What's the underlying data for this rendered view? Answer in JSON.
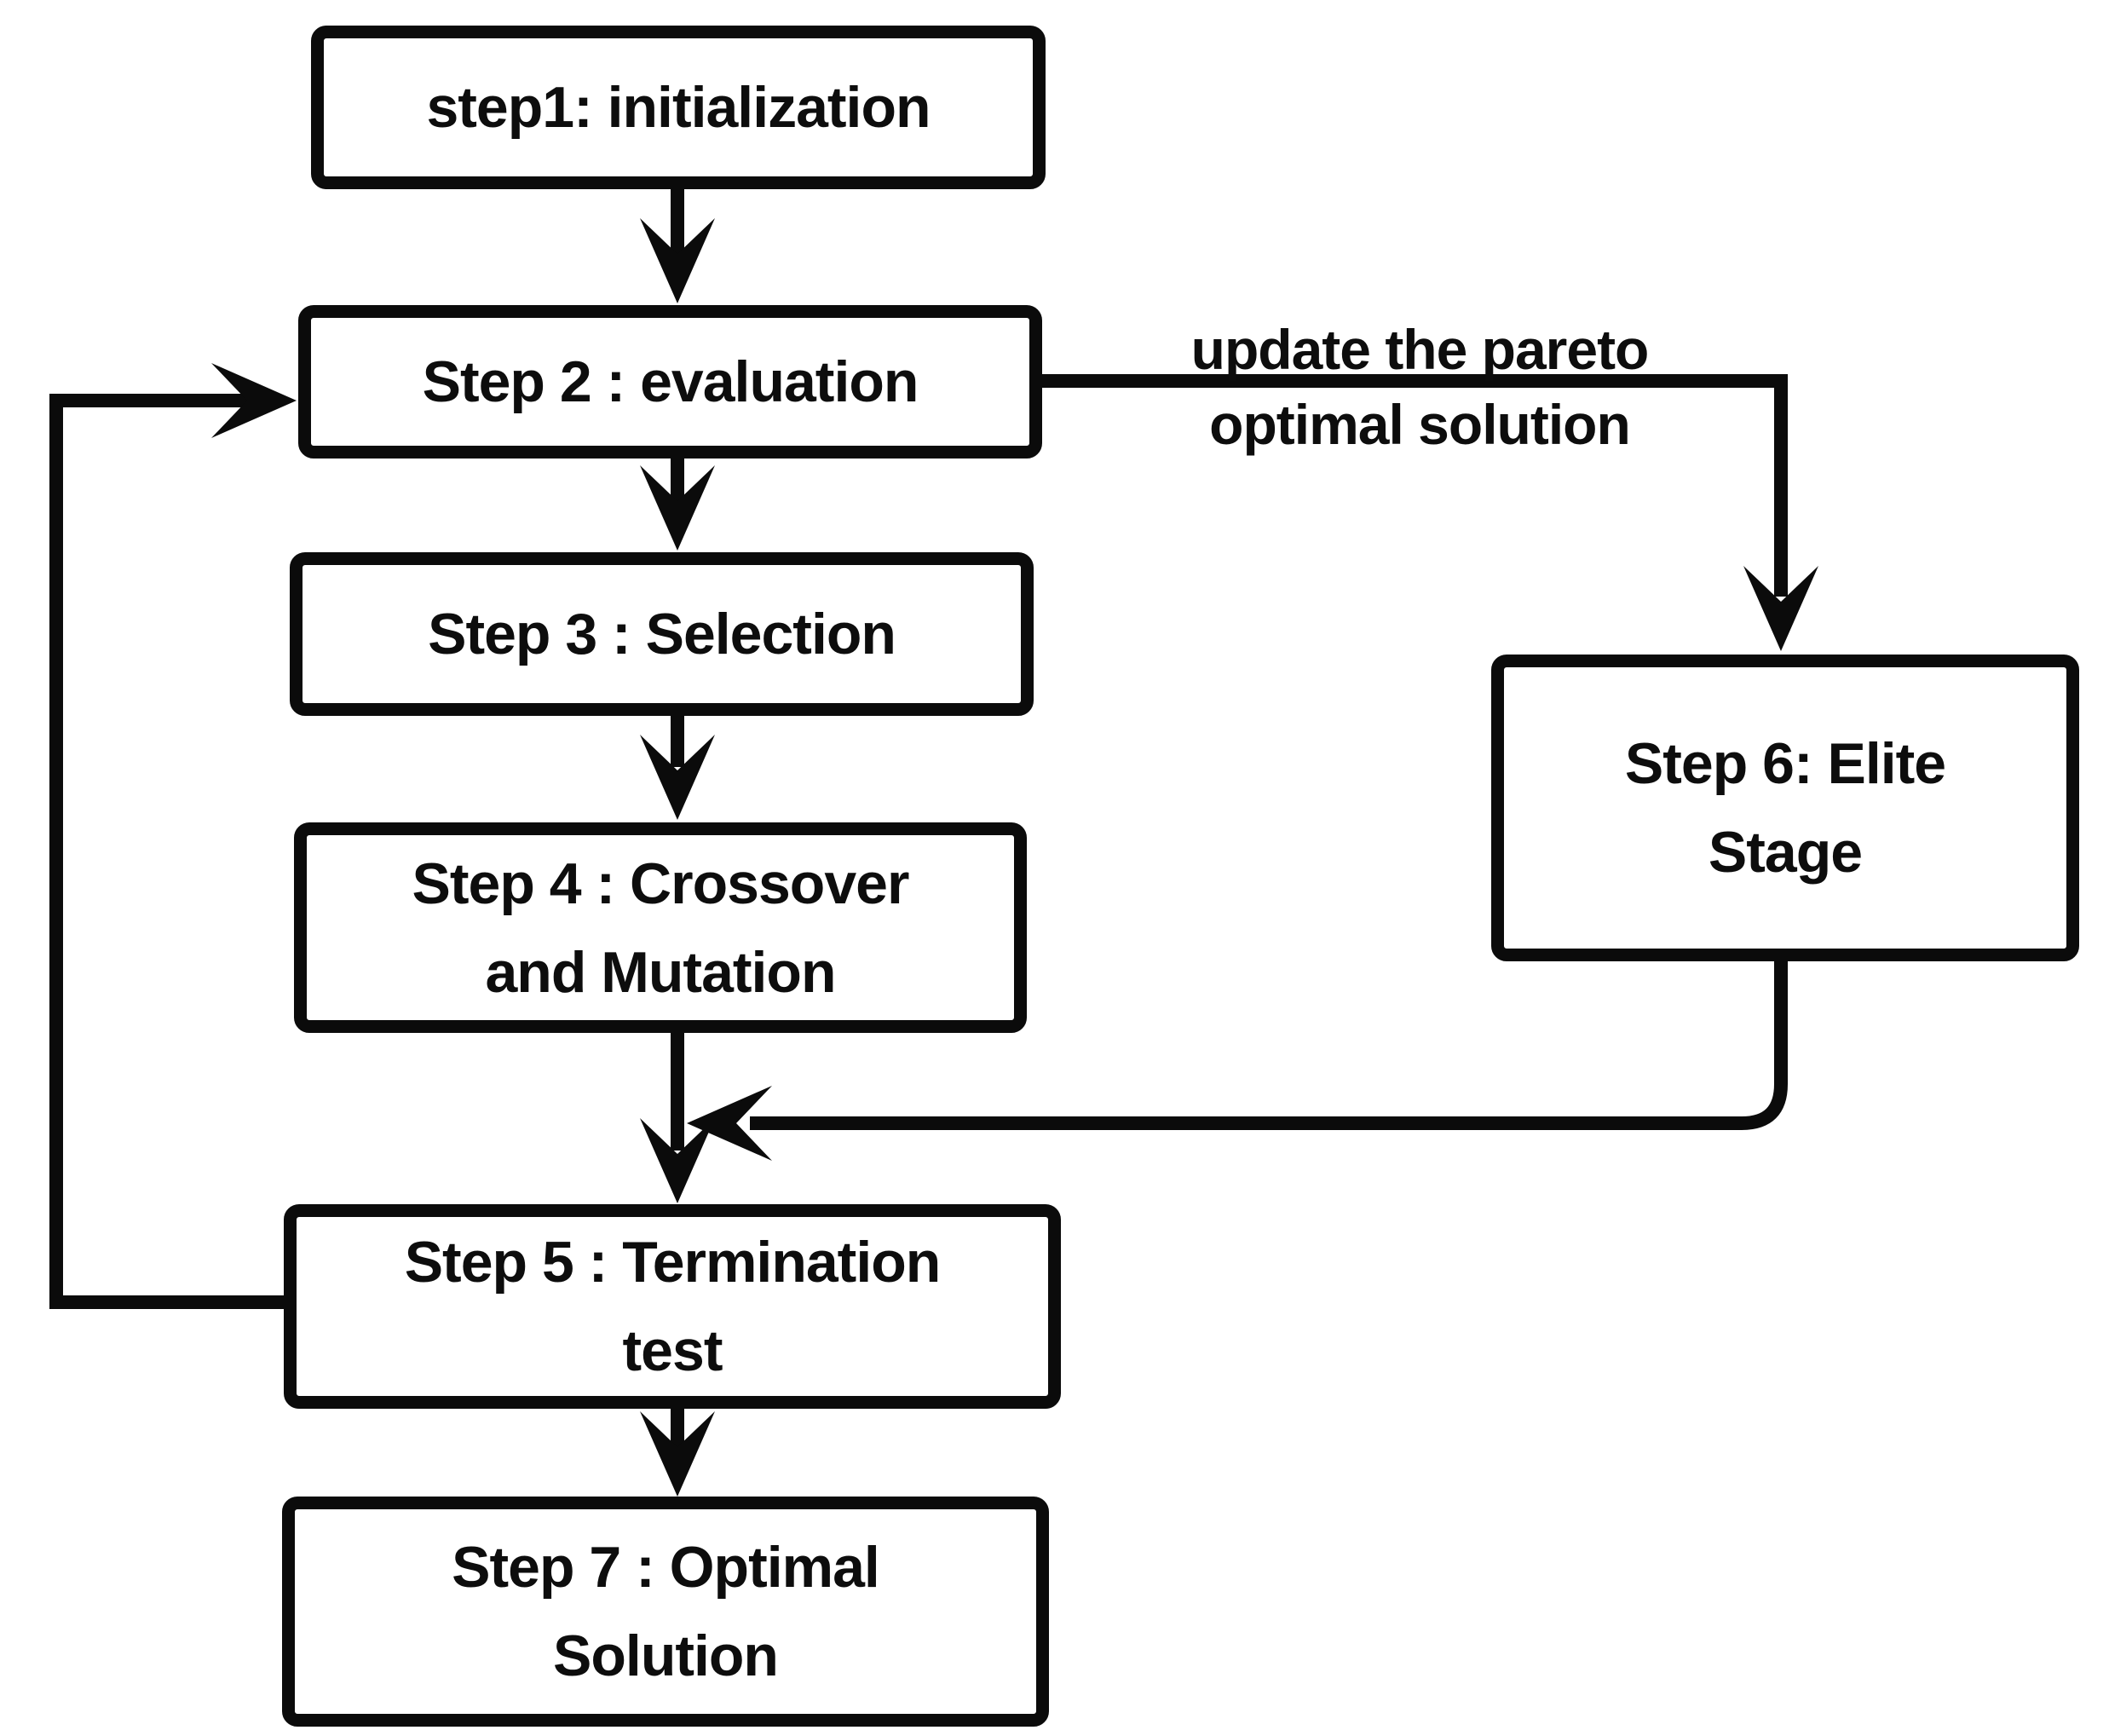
{
  "diagram": {
    "title": "genetic-algorithm-flowchart",
    "background_color": "#ffffff",
    "line_color": "#0b0b0b",
    "text_color": "#0d0d0d",
    "nodes": [
      {
        "id": "step1",
        "lines": [
          "step1: initialization"
        ]
      },
      {
        "id": "step2",
        "lines": [
          "Step 2 : evaluation"
        ]
      },
      {
        "id": "step3",
        "lines": [
          "Step 3 : Selection"
        ]
      },
      {
        "id": "step4",
        "lines": [
          "Step 4 : Crossover",
          "and Mutation"
        ]
      },
      {
        "id": "step5",
        "lines": [
          "Step 5 : Termination",
          "test"
        ]
      },
      {
        "id": "step6",
        "lines": [
          "Step 6: Elite",
          "Stage"
        ]
      },
      {
        "id": "step7",
        "lines": [
          "Step 7 : Optimal",
          "Solution"
        ]
      }
    ],
    "edge_label": {
      "line1": "update the pareto",
      "line2": "optimal solution"
    },
    "edges": [
      {
        "from": "step1",
        "to": "step2"
      },
      {
        "from": "step2",
        "to": "step3"
      },
      {
        "from": "step3",
        "to": "step4"
      },
      {
        "from": "step4",
        "to": "step5"
      },
      {
        "from": "step2",
        "to": "step6",
        "label": "update the pareto optimal solution"
      },
      {
        "from": "step6",
        "to": "step5"
      },
      {
        "from": "step5",
        "to": "step2"
      },
      {
        "from": "step5",
        "to": "step7"
      }
    ]
  }
}
